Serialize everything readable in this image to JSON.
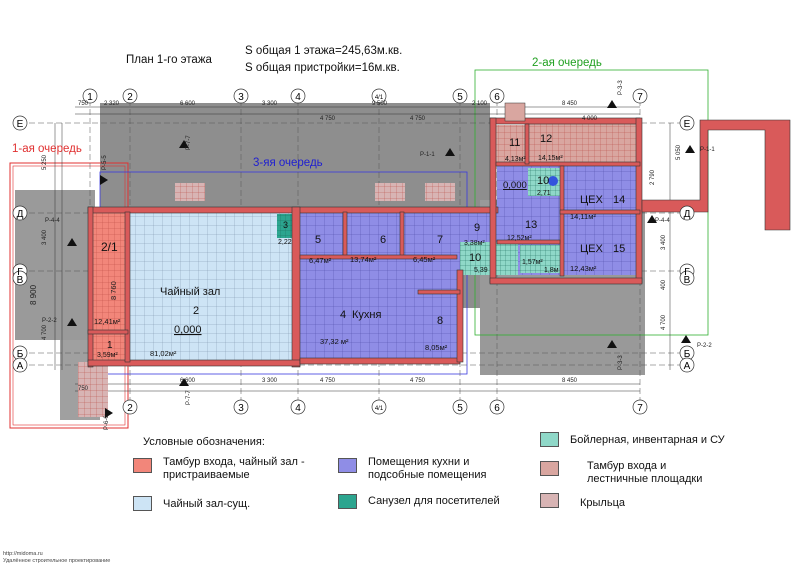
{
  "header": {
    "plan_title": "План 1-го этажа",
    "area_line1": "S общая 1 этажа=245,63м.кв.",
    "area_line2": "S общая пристройки=16м.кв."
  },
  "stages": {
    "first": "1-ая очередь",
    "second": "2-ая очередь",
    "third": "3-яя очередь"
  },
  "axes_num": [
    "1",
    "2",
    "3",
    "4",
    "4/1",
    "5",
    "6",
    "7"
  ],
  "axes_let": [
    "Е",
    "Д",
    "Г",
    "В",
    "Б",
    "А"
  ],
  "dims_top": [
    "750",
    "2 320",
    "6 600",
    "3 300",
    "9 500",
    "2 100",
    "8 450",
    "4 750",
    "4 750",
    "4 000"
  ],
  "dims_bottom": [
    "750",
    "6 600",
    "3 300",
    "4 750",
    "4 750",
    "8 450"
  ],
  "dims_left": [
    "5 250",
    "3 400",
    "8 900",
    "8 760",
    "4 700"
  ],
  "dims_right": [
    "5 050",
    "2 790",
    "3 400",
    "4 700",
    "400"
  ],
  "section_marks": [
    "Р-7-7",
    "Р-1-1",
    "Р-3-3",
    "Р-4-4",
    "Р-2-2",
    "Р-5-5",
    "Р-6-6"
  ],
  "rooms": {
    "r1": {
      "num": "1",
      "area": "3,59м²"
    },
    "r21": {
      "num": "2/1",
      "area": "12,41м²"
    },
    "r2": {
      "name": "Чайный зал",
      "num": "2",
      "level": "0,000",
      "area": "81,02м²"
    },
    "r3": {
      "num": "3",
      "area": "2,22"
    },
    "r4": {
      "name": "Кухня",
      "num": "4",
      "area": "37,32 м²"
    },
    "r5": {
      "num": "5",
      "area": "6,47м²"
    },
    "r6": {
      "num": "6",
      "area": "13,74м²"
    },
    "r7": {
      "num": "7",
      "area": "6,45м²"
    },
    "r8": {
      "num": "8",
      "area": "8,05м²"
    },
    "r9": {
      "num": "9",
      "area": "3,38м²"
    },
    "r10a": {
      "num": "10",
      "area": "5,39"
    },
    "r10b": {
      "num": "10",
      "area": "2,71"
    },
    "r11": {
      "num": "11",
      "area": "4,13м²"
    },
    "r12": {
      "num": "12",
      "area": "14,15м²"
    },
    "r13": {
      "num": "13",
      "area": "12,52м²",
      "level": "0,000"
    },
    "r14": {
      "name": "ЦЕХ",
      "num": "14",
      "area": "14,11м²"
    },
    "r15": {
      "name": "ЦЕХ",
      "num": "15",
      "area": "12,43м²"
    },
    "r16": {
      "area": "1,57м²"
    },
    "r17": {
      "area": "1,8м"
    }
  },
  "legend": {
    "title": "Условные обозначения:",
    "items": [
      {
        "label": "Тамбур входа, чайный зал - пристраиваемые",
        "color": "#f2867a"
      },
      {
        "label": "Чайный зал-сущ.",
        "color": "#cde4f5"
      },
      {
        "label": "Помещения кухни и подсобные помещения",
        "color": "#8f8de6"
      },
      {
        "label": "Санузел для посетителей",
        "color": "#2ca58f"
      },
      {
        "label": "Бойлерная, инвентарная и СУ",
        "color": "#8fd8c8"
      },
      {
        "label": "Тамбур входа и лестничные площадки",
        "color": "#d9a6a0"
      },
      {
        "label": "Крыльца",
        "color": "#d8b4b4"
      }
    ]
  },
  "footer": {
    "line1": "http://midoma.ru",
    "line2": "Удалённое строительное проектирование"
  },
  "colors": {
    "wall": "#d95a5a",
    "hall": "#cde4f5",
    "kitchen": "#8f8de6",
    "addition": "#f2867a",
    "grey": "#8e8e8e",
    "wc": "#2ca58f",
    "boiler": "#8fd8c8",
    "stair": "#d9a6a0"
  }
}
